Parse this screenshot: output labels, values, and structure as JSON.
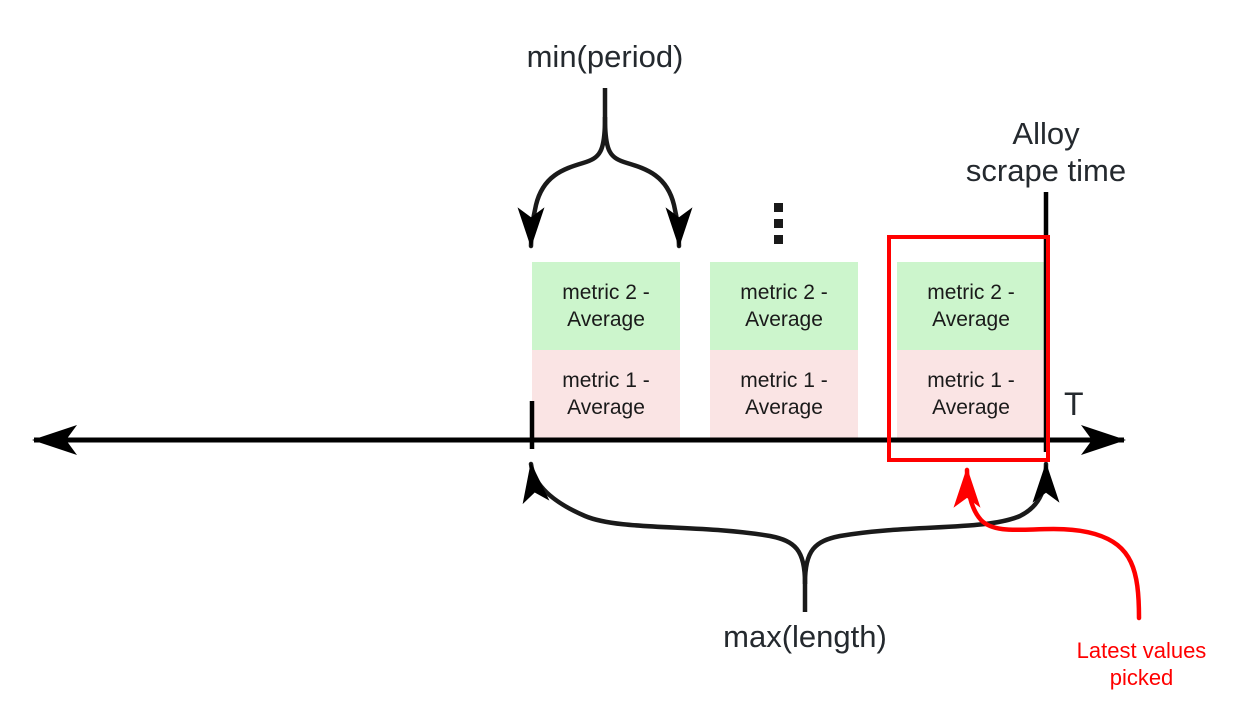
{
  "diagram": {
    "title_labels": {
      "min_period": "min(period)",
      "max_length": "max(length)",
      "alloy_scrape_time_line1": "Alloy",
      "alloy_scrape_time_line2": "scrape time",
      "time_axis": "T",
      "latest_values_line1": "Latest values",
      "latest_values_line2": "picked"
    },
    "colors": {
      "metric2_fill": "#ccf5cc",
      "metric1_fill": "#fae4e4",
      "highlight_rect": "#ff0000",
      "annotation_red": "#ff0000",
      "text": "#24292e",
      "axis": "#000000"
    },
    "ellipsis": "⋮",
    "metric_blocks": [
      {
        "id": "block-1",
        "metric2_line1": "metric 2 -",
        "metric2_line2": "Average",
        "metric1_line1": "metric 1 -",
        "metric1_line2": "Average"
      },
      {
        "id": "block-2",
        "metric2_line1": "metric 2 -",
        "metric2_line2": "Average",
        "metric1_line1": "metric 1 -",
        "metric1_line2": "Average"
      },
      {
        "id": "block-3",
        "metric2_line1": "metric 2 -",
        "metric2_line2": "Average",
        "metric1_line1": "metric 1 -",
        "metric1_line2": "Average"
      }
    ]
  }
}
